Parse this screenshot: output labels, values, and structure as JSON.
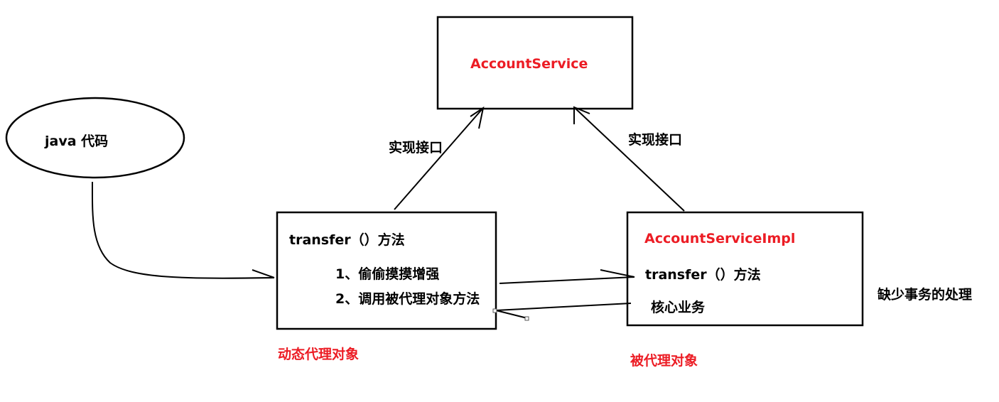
{
  "nodes": {
    "interface": {
      "label": "AccountService"
    },
    "client": {
      "label": "java 代码"
    },
    "proxy": {
      "method": "transfer（）方法",
      "step1": "1、偷偷摸摸增强",
      "step2": "2、调用被代理对象方法",
      "caption": "动态代理对象"
    },
    "target": {
      "label": "AccountServiceImpl",
      "method": "transfer（）方法",
      "core": "核心业务",
      "caption": "被代理对象"
    }
  },
  "edges": {
    "proxy_implements": "实现接口",
    "target_implements": "实现接口"
  },
  "notes": {
    "missing_tx": "缺少事务的处理"
  },
  "colors": {
    "highlight": "#ec1c24",
    "ink": "#000000"
  }
}
